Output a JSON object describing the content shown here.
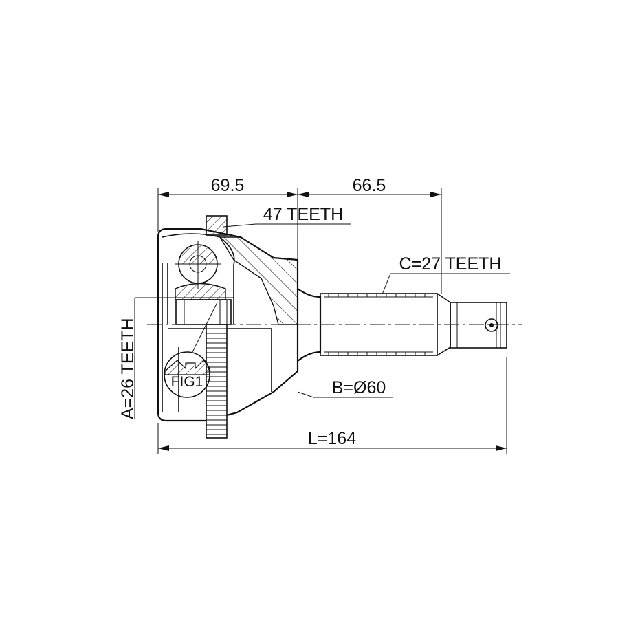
{
  "diagram": {
    "dimensions": {
      "outer_length": "69.5",
      "shaft_length": "66.5",
      "total_length": "L=164",
      "bearing_diameter": "B=Ø60"
    },
    "labels": {
      "abs_ring": "47 TEETH",
      "outer_spline": "C=27 TEETH",
      "inner_spline": "A=26 TEETH",
      "figure": "FIG1"
    }
  }
}
